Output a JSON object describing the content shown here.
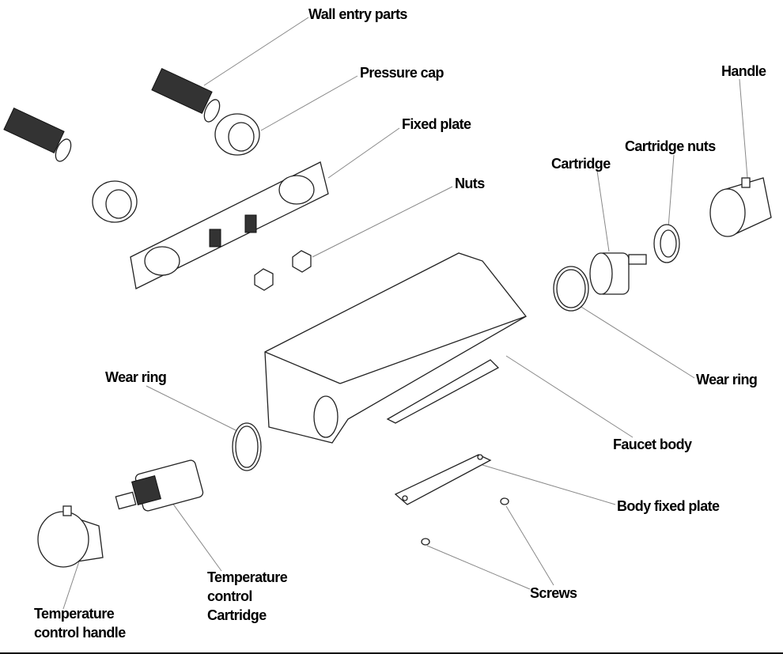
{
  "labels": {
    "wall_entry_parts": "Wall entry parts",
    "pressure_cap": "Pressure cap",
    "fixed_plate": "Fixed plate",
    "nuts": "Nuts",
    "handle": "Handle",
    "cartridge_nuts": "Cartridge nuts",
    "cartridge": "Cartridge",
    "wear_ring_right": "Wear ring",
    "wear_ring_left": "Wear ring",
    "faucet_body": "Faucet body",
    "body_fixed_plate": "Body fixed plate",
    "screws": "Screws",
    "temp_cartridge": [
      "Temperature",
      "control",
      "Cartridge"
    ],
    "temp_handle": [
      "Temperature",
      "control handle"
    ]
  }
}
